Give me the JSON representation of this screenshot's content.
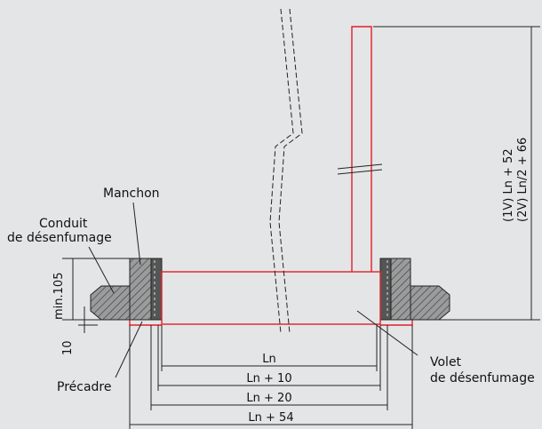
{
  "labels": {
    "manchon": "Manchon",
    "conduit_line1": "Conduit",
    "conduit_line2": "de désenfumage",
    "precadre": "Précadre",
    "volet_line1": "Volet",
    "volet_line2": "de désenfumage"
  },
  "dimensions": {
    "min105": "min.105",
    "d10": "10",
    "ln": "Ln",
    "ln_plus_10": "Ln + 10",
    "ln_plus_20": "Ln + 20",
    "ln_plus_54": "Ln + 54",
    "height_1v": "(1V) Ln + 52",
    "height_2v": "(2V) Ln/2 + 66"
  },
  "colors": {
    "background": "#e4e5e6",
    "outline_red": "#e0202a",
    "line_dark": "#222222",
    "hatch_fill": "#8a8b8c"
  }
}
